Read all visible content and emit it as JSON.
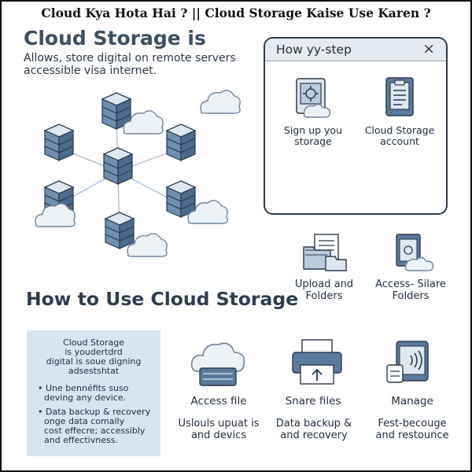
{
  "top_title": "Cloud Kya Hota Hai ? || Cloud Storage Kaise Use Karen ?",
  "hero": {
    "title": "Cloud Storage is",
    "subtitle_line1": "Allows, store digital on remote servers",
    "subtitle_line2": "accessible visa internet."
  },
  "steps_card": {
    "title": "How yy-step",
    "close": "×",
    "step1": {
      "line1": "Sign up you",
      "line2": "storage"
    },
    "step2": {
      "line1": "Cloud Storage",
      "line2": "account"
    }
  },
  "features": {
    "upload": {
      "line1": "Upload and",
      "line2": "Folders"
    },
    "access": {
      "line1": "Access- Silare",
      "line2": "Folders"
    }
  },
  "section_title": "How to Use Cloud Storage",
  "info_box": {
    "head_line1": "Cloud Storage",
    "head_line2": "is youdertdrd",
    "head_line3": "digital is soue digning",
    "head_line4": "adsestshtat",
    "b1_line1": "• Une bennéfits suso",
    "b1_line2": "deving any device.",
    "b2_line1": "• Data backup & recovery",
    "b2_line2": "onge data comally",
    "b2_line3": "cost effecre; accessibly",
    "b2_line4": "and effectivness."
  },
  "uses": {
    "access": {
      "label": "Access file",
      "desc_line1": "Uslouls upuat is",
      "desc_line2": "and devics"
    },
    "share": {
      "label": "Snare files",
      "desc_line1": "Data backup &",
      "desc_line2": "and recovery"
    },
    "manage": {
      "label": "Manage",
      "desc_line1": "Fest-becouge",
      "desc_line2": "and restounce"
    }
  },
  "colors": {
    "server": "#5a7a9c",
    "server_top": "#dfe8f1",
    "cloud_fill": "#edf2f7",
    "cloud_stroke": "#6f8399",
    "info_bg": "#d7e4f1",
    "dark": "#2c3a4b"
  },
  "icons": [
    "server-icon",
    "cloud-icon",
    "signup-icon",
    "account-document-icon",
    "folders-icon",
    "access-folder-icon",
    "access-cloud-icon",
    "printer-share-icon",
    "nfc-manage-icon",
    "close-icon"
  ]
}
